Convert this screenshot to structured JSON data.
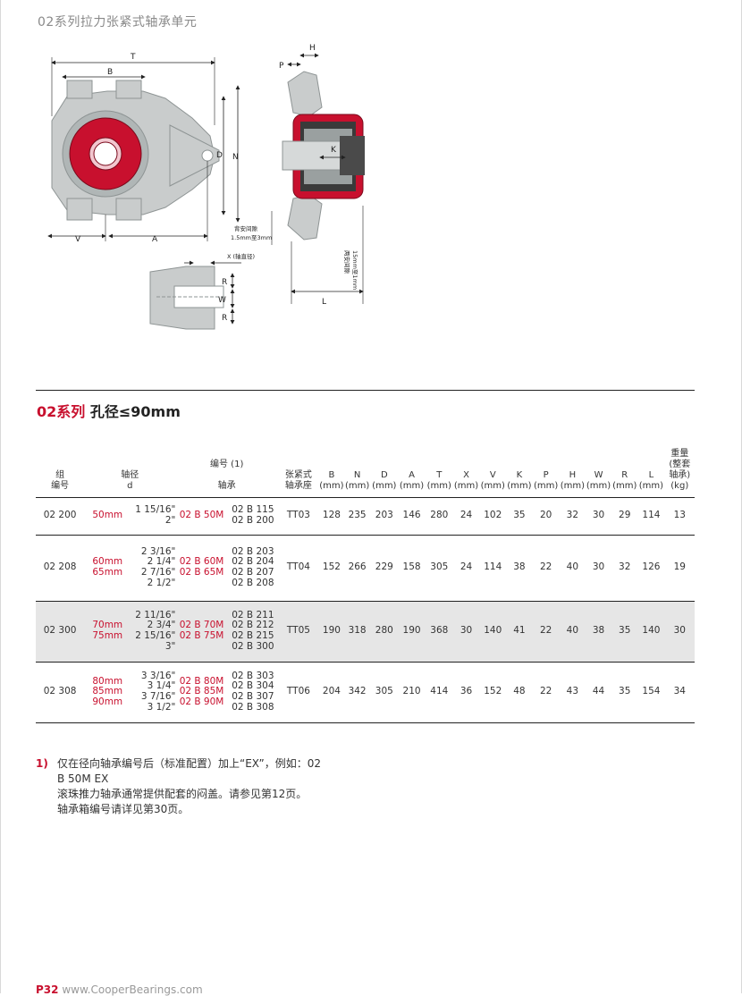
{
  "header": {
    "title": "02系列拉力张紧式轴承单元"
  },
  "diagram_labels": {
    "T": "T",
    "B": "B",
    "D": "D",
    "N": "N",
    "V": "V",
    "A": "A",
    "H": "H",
    "P": "P",
    "K": "K",
    "L": "L",
    "R_top": "R",
    "W": "W",
    "R_bottom": "R",
    "X": "X (轴直径)",
    "clearance_text_1": "背安间隙",
    "clearance_text_2": "1.5mm至3mm",
    "side_text_1": "两安间隙",
    "side_text_2": "15mm至1mm"
  },
  "section": {
    "title_red": "02系列",
    "title_black": "孔径≤90mm"
  },
  "table": {
    "headers": {
      "group": [
        "组",
        "编号"
      ],
      "shaft": [
        "轴径",
        "d"
      ],
      "part_top": "编号 (1)",
      "part_bearing": "轴承",
      "housing": [
        "张紧式",
        "轴承座"
      ],
      "B": [
        "B",
        "(mm)"
      ],
      "N": [
        "N",
        "(mm)"
      ],
      "D": [
        "D",
        "(mm)"
      ],
      "A": [
        "A",
        "(mm)"
      ],
      "T": [
        "T",
        "(mm)"
      ],
      "X": [
        "X",
        "(mm)"
      ],
      "V": [
        "V",
        "(mm)"
      ],
      "K": [
        "K",
        "(mm)"
      ],
      "P": [
        "P",
        "(mm)"
      ],
      "H": [
        "H",
        "(mm)"
      ],
      "W": [
        "W",
        "(mm)"
      ],
      "R": [
        "R",
        "(mm)"
      ],
      "L": [
        "L",
        "(mm)"
      ],
      "weight": [
        "重量",
        "(整套",
        "轴承) (kg)"
      ]
    },
    "rows": [
      {
        "group": "02 200",
        "mm": [
          "50mm"
        ],
        "inch": [
          "1 15/16\"",
          "2\""
        ],
        "metric_part": [
          "02 B 50M"
        ],
        "inch_part": [
          "02 B 115",
          "02 B 200"
        ],
        "housing": "TT03",
        "B": "128",
        "N": "235",
        "D": "203",
        "A": "146",
        "T": "280",
        "X": "24",
        "V": "102",
        "K": "35",
        "P": "20",
        "H": "32",
        "W": "30",
        "R": "29",
        "L": "114",
        "weight": "13"
      },
      {
        "group": "02 208",
        "mm": [
          "60mm",
          "65mm"
        ],
        "inch": [
          "2 3/16\"",
          "2 1/4\"",
          "2 7/16\"",
          "2 1/2\""
        ],
        "metric_part": [
          "02 B 60M",
          "02 B 65M"
        ],
        "inch_part": [
          "02 B 203",
          "02 B 204",
          "02 B 207",
          "02 B 208"
        ],
        "housing": "TT04",
        "B": "152",
        "N": "266",
        "D": "229",
        "A": "158",
        "T": "305",
        "X": "24",
        "V": "114",
        "K": "38",
        "P": "22",
        "H": "40",
        "W": "30",
        "R": "32",
        "L": "126",
        "weight": "19"
      },
      {
        "group": "02 300",
        "mm": [
          "70mm",
          "75mm"
        ],
        "inch": [
          "2 11/16\"",
          "2 3/4\"",
          "2 15/16\"",
          "3\""
        ],
        "metric_part": [
          "02 B 70M",
          "02 B 75M"
        ],
        "inch_part": [
          "02 B 211",
          "02 B 212",
          "02 B 215",
          "02 B 300"
        ],
        "housing": "TT05",
        "B": "190",
        "N": "318",
        "D": "280",
        "A": "190",
        "T": "368",
        "X": "30",
        "V": "140",
        "K": "41",
        "P": "22",
        "H": "40",
        "W": "38",
        "R": "35",
        "L": "140",
        "weight": "30"
      },
      {
        "group": "02 308",
        "mm": [
          "80mm",
          "85mm",
          "90mm"
        ],
        "inch": [
          "3 3/16\"",
          "3 1/4\"",
          "3 7/16\"",
          "3 1/2\""
        ],
        "metric_part": [
          "02 B 80M",
          "02 B 85M",
          "02 B 90M"
        ],
        "inch_part": [
          "02 B 303",
          "02 B 304",
          "02 B 307",
          "02 B 308"
        ],
        "housing": "TT06",
        "B": "204",
        "N": "342",
        "D": "305",
        "A": "210",
        "T": "414",
        "X": "36",
        "V": "152",
        "K": "48",
        "P": "22",
        "H": "43",
        "W": "44",
        "R": "35",
        "L": "154",
        "weight": "34"
      }
    ]
  },
  "notes": {
    "number": "1)",
    "lines": [
      "仅在径向轴承编号后（标准配置）加上“EX”，例如：02",
      "B 50M EX",
      "滚珠推力轴承通常提供配套的闷盖。请参见第12页。",
      "轴承箱编号请详见第30页。"
    ]
  },
  "footer": {
    "page": "P32",
    "site": "www.CooperBearings.com"
  },
  "colors": {
    "accent": "#c8102e",
    "shade": "#e6e6e6",
    "housing_gray": "#c9cccc"
  }
}
